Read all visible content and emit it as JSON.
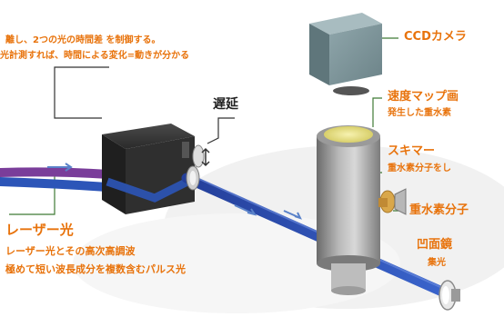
{
  "top_note": {
    "line1": "離し、2つの光の時間差 を制御する。",
    "line2": "光計測すれば、時間による変化=動きが分かる"
  },
  "labels": {
    "delay": "遅延",
    "ccd": "CCDカメラ",
    "velocity_map": "速度マップ画",
    "velocity_map_sub": "発生した重水素",
    "skimmer": "スキマー",
    "skimmer_sub": "重水素分子をし",
    "d2_molecule": "重水素分子",
    "concave_mirror": "凹面鏡",
    "concave_mirror_sub": "集光",
    "laser": "レーザー光",
    "laser_sub1": "レーザー光とその高次高調波",
    "laser_sub2": "極めて短い波長成分を複数含むパルス光"
  },
  "colors": {
    "label_orange": "#e8730c",
    "label_dark": "#222222",
    "leader_green": "#3f7a35",
    "beam_blue": "#2c55b8",
    "beam_purple": "#7a3d9a"
  }
}
